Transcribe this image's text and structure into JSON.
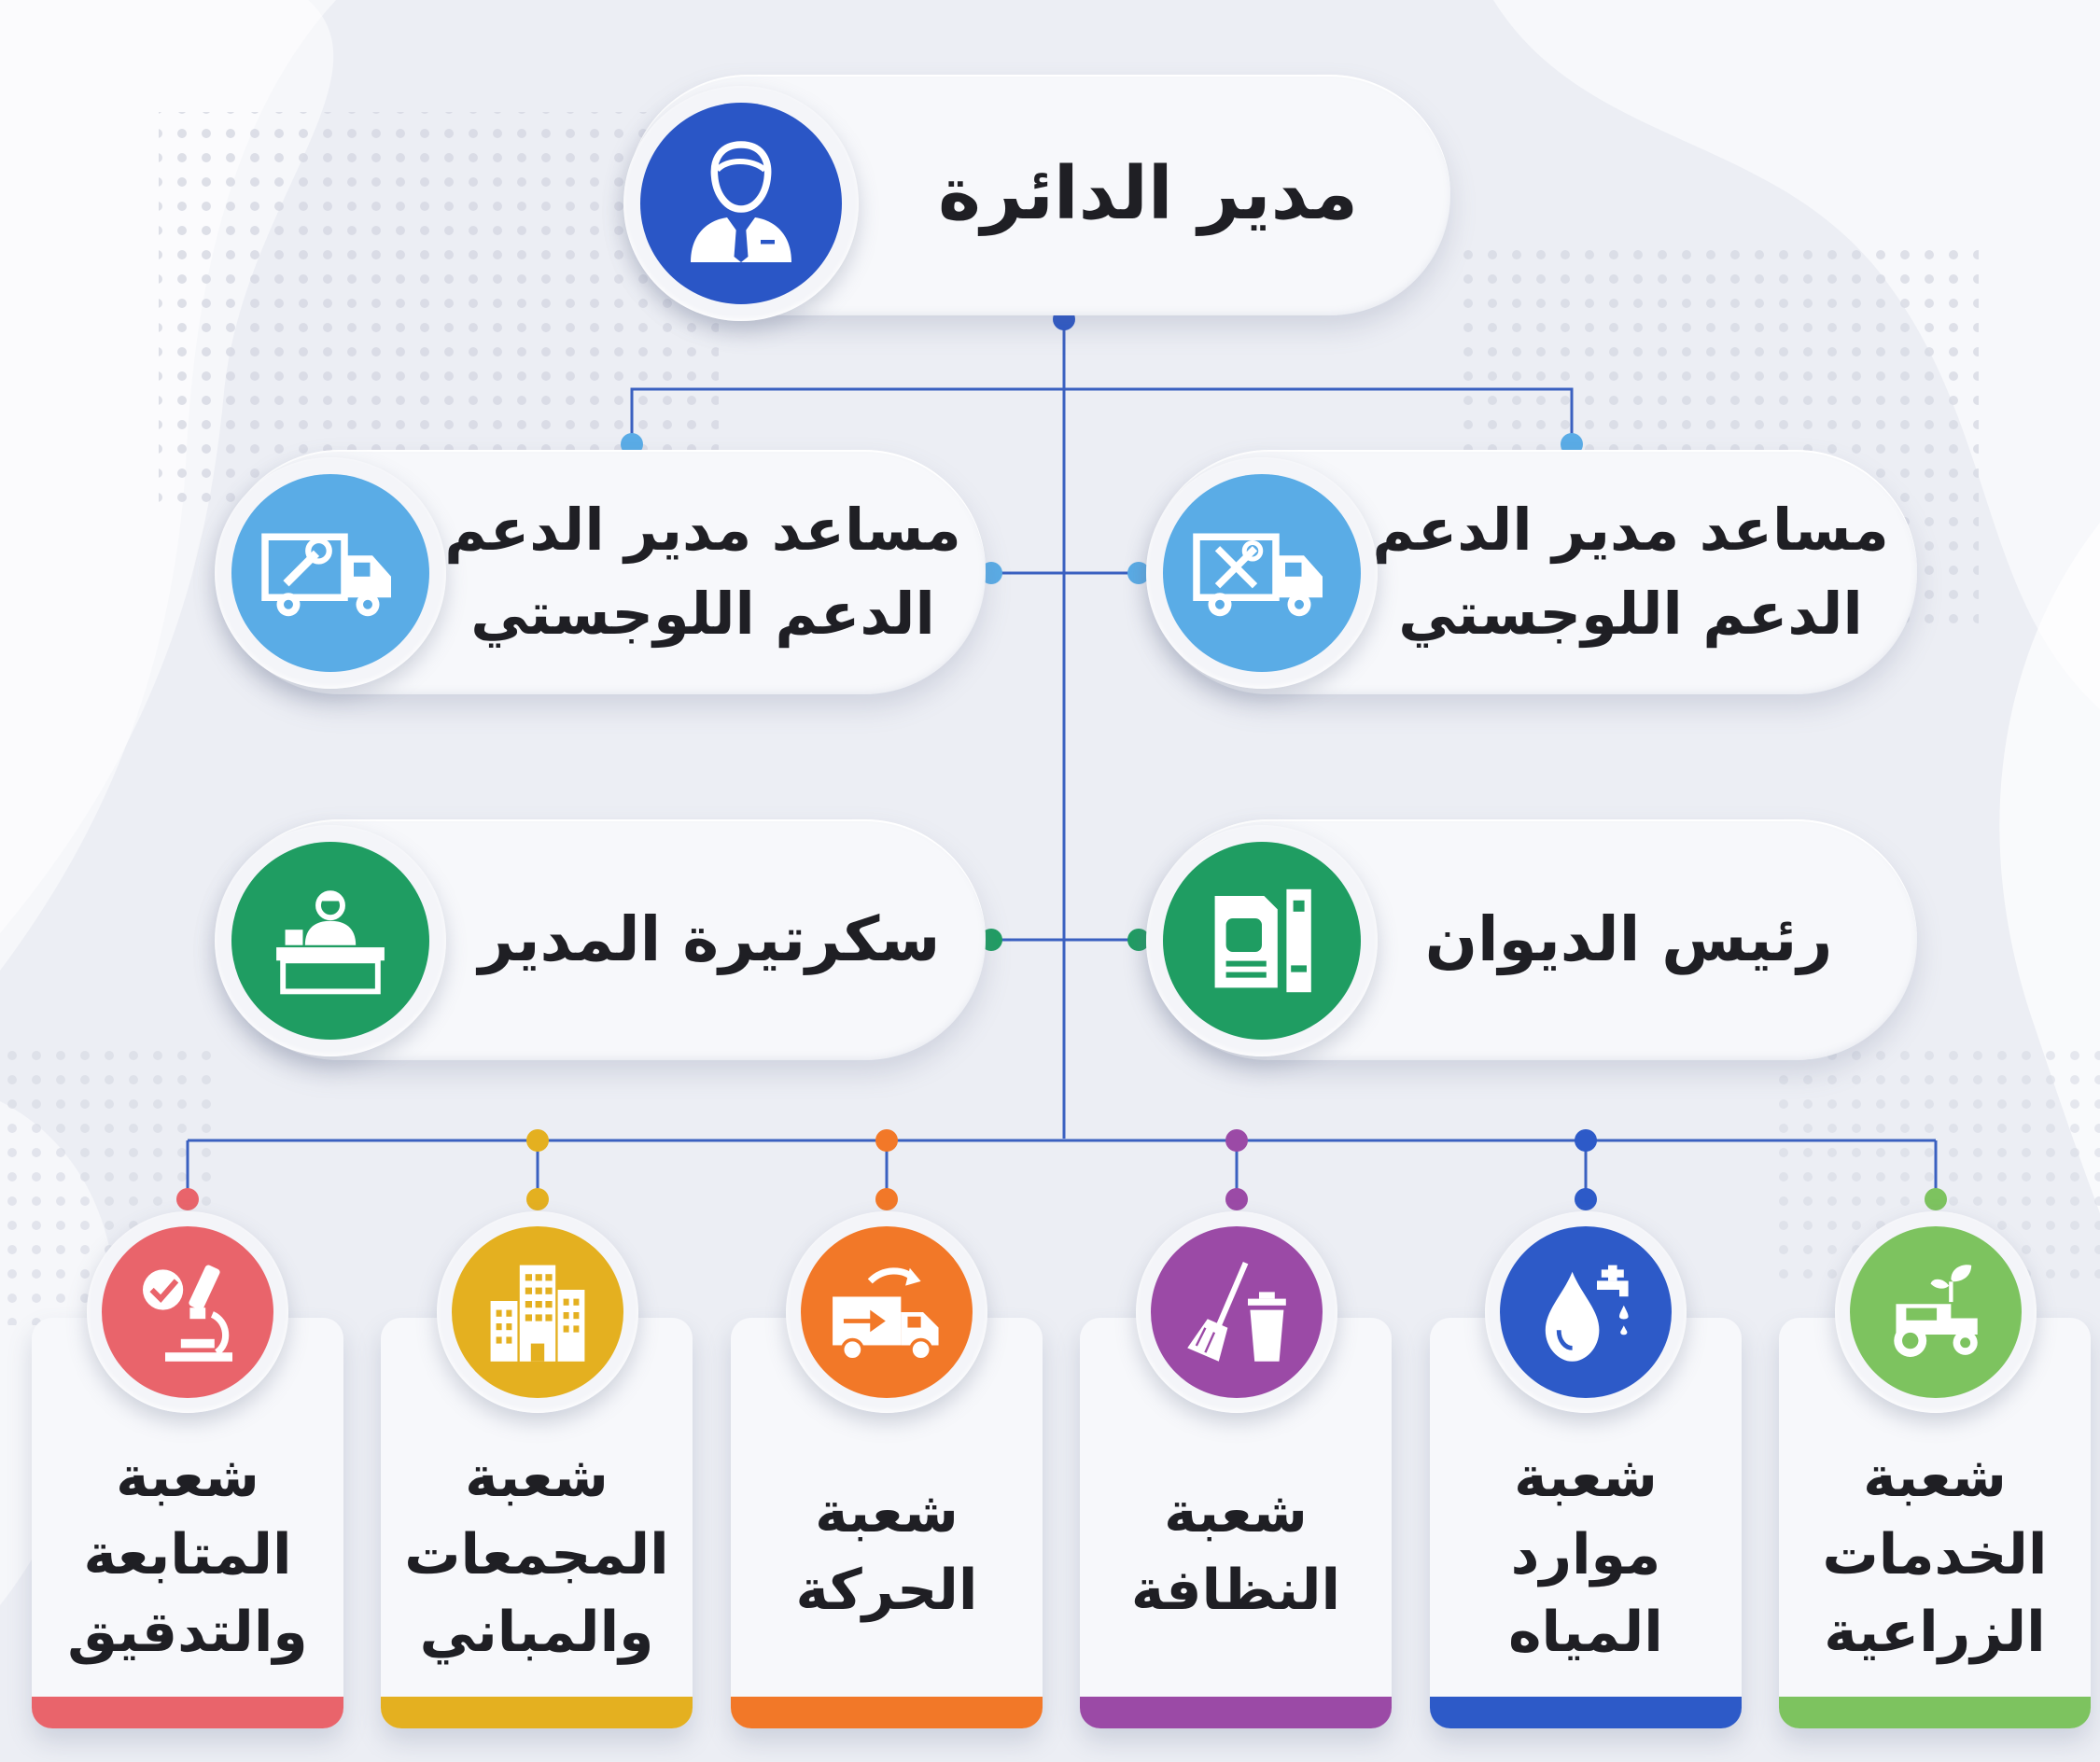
{
  "colors": {
    "blue_dark": "#2a56c6",
    "blue_light": "#5aace6",
    "green": "#1f9d62",
    "red": "#e9646b",
    "yellow": "#e4b020",
    "orange": "#f27828",
    "purple": "#9b4aa6",
    "blue_water": "#2d5ac8",
    "green_light": "#7dc35f",
    "line": "#3a60c0"
  },
  "top": {
    "title": "مدير الدائرة",
    "icon": "manager-icon"
  },
  "assistants": [
    {
      "line1": "مساعد مدير الدعم",
      "line2": "الدعم اللوجستي",
      "icon": "truck-tools-icon"
    },
    {
      "line1": "مساعد مدير الدعم",
      "line2": "الدعم اللوجستي",
      "icon": "truck-wrench-icon"
    }
  ],
  "staff": [
    {
      "title": "رئيس الديوان",
      "icon": "documents-icon"
    },
    {
      "title": "سكرتيرة المدير",
      "icon": "secretary-desk-icon"
    }
  ],
  "divisions": [
    {
      "lines": [
        "شعبة",
        "الخدمات",
        "الزراعية"
      ],
      "icon": "tractor-icon"
    },
    {
      "lines": [
        "شعبة",
        "موارد",
        "المياه"
      ],
      "icon": "water-drop-icon"
    },
    {
      "lines": [
        "شعبة",
        "النظافة"
      ],
      "icon": "broom-bin-icon"
    },
    {
      "lines": [
        "شعبة",
        "الحركة"
      ],
      "icon": "moving-truck-icon"
    },
    {
      "lines": [
        "شعبة",
        "المجمعات",
        "والمباني"
      ],
      "icon": "buildings-icon"
    },
    {
      "lines": [
        "شعبة",
        "المتابعة",
        "والتدقيق"
      ],
      "icon": "microscope-check-icon"
    }
  ]
}
